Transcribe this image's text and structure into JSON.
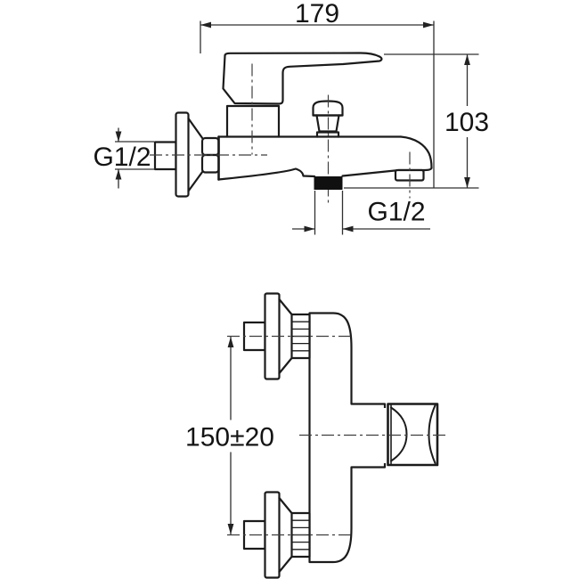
{
  "drawing": {
    "type": "bath-shower-mixer-installation-drawing",
    "colors": {
      "background": "#ffffff",
      "line": "#1b1b1b",
      "thin_line": "#303030"
    },
    "labels": {
      "overall_depth": "179",
      "overall_height": "103",
      "wall_thread": "G1/2",
      "outlet_thread": "G1/2",
      "connection_spacing": "150±20"
    }
  }
}
